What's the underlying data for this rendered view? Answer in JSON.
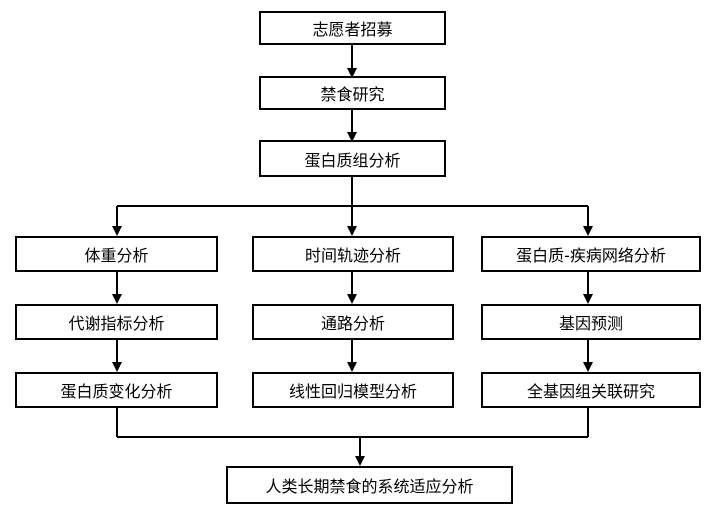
{
  "diagram": {
    "top_steps": [
      "志愿者招募",
      "禁食研究",
      "蛋白质组分析"
    ],
    "branches": [
      [
        "体重分析",
        "代谢指标分析",
        "蛋白质变化分析"
      ],
      [
        "时间轨迹分析",
        "通路分析",
        "线性回归模型分析"
      ],
      [
        "蛋白质-疾病网络分析",
        "基因预测",
        "全基因组关联研究"
      ]
    ],
    "final_step": "人类长期禁食的系统适应分析",
    "colors": {
      "line": "#000000",
      "box_border": "#000000",
      "box_fill": "#ffffff"
    }
  }
}
